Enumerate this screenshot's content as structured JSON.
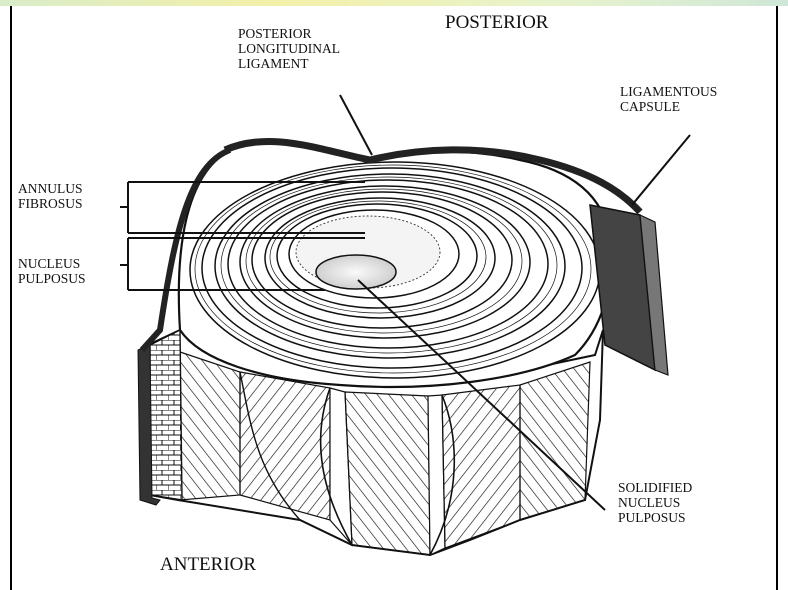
{
  "labels": {
    "posterior": "POSTERIOR",
    "anterior": "ANTERIOR",
    "posterior_ligament": "POSTERIOR\nLONGITUDINAL\nLIGAMENT",
    "ligamentous_capsule": "LIGAMENTOUS\nCAPSULE",
    "annulus_fibrosus": "ANNULUS\nFIBROSUS",
    "nucleus_pulposus": "NUCLEUS\nPULPOSUS",
    "solidified_nucleus": "SOLIDIFIED\nNUCLEUS\nPULPOSUS"
  },
  "colors": {
    "line": "#111111",
    "capsule_fill": "#444444",
    "nucleus_fill": "#ececec"
  }
}
